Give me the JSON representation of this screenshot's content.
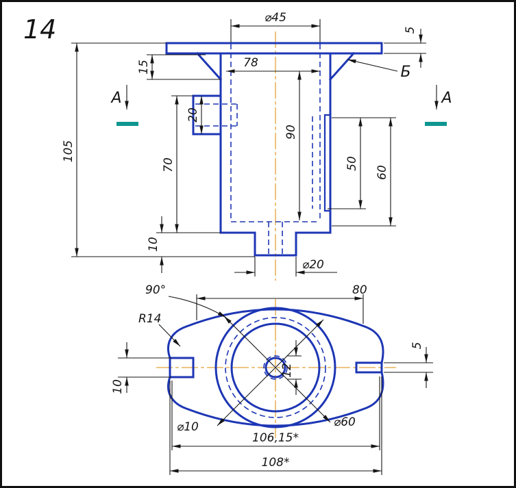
{
  "sheet": {
    "number": "14"
  },
  "front_view": {
    "dims": {
      "dia45": "⌀45",
      "flange_t": "5",
      "w78": "78",
      "h15": "15",
      "h105": "105",
      "boss_h": "20",
      "h70": "70",
      "depth90": "90",
      "h50": "50",
      "h60": "60",
      "h10": "10",
      "dia20": "⌀20"
    },
    "markers": {
      "section_left": "A",
      "section_right": "A",
      "detail": "Б"
    }
  },
  "plan_view": {
    "dims": {
      "angle": "90°",
      "radius": "R14",
      "w80": "80",
      "slot_left": "10",
      "slot_right": "5",
      "d12": "12",
      "dia10": "⌀10",
      "dia60": "⌀60",
      "ref_width": "106,15*",
      "overall_width": "108*"
    }
  },
  "colors": {
    "outline": "#1d36b4",
    "hidden_line": "#1d36b4",
    "dimension": "#161616",
    "centerline": "#e3a23b",
    "section_plane": "#0f9690",
    "background": "#ffffff"
  }
}
